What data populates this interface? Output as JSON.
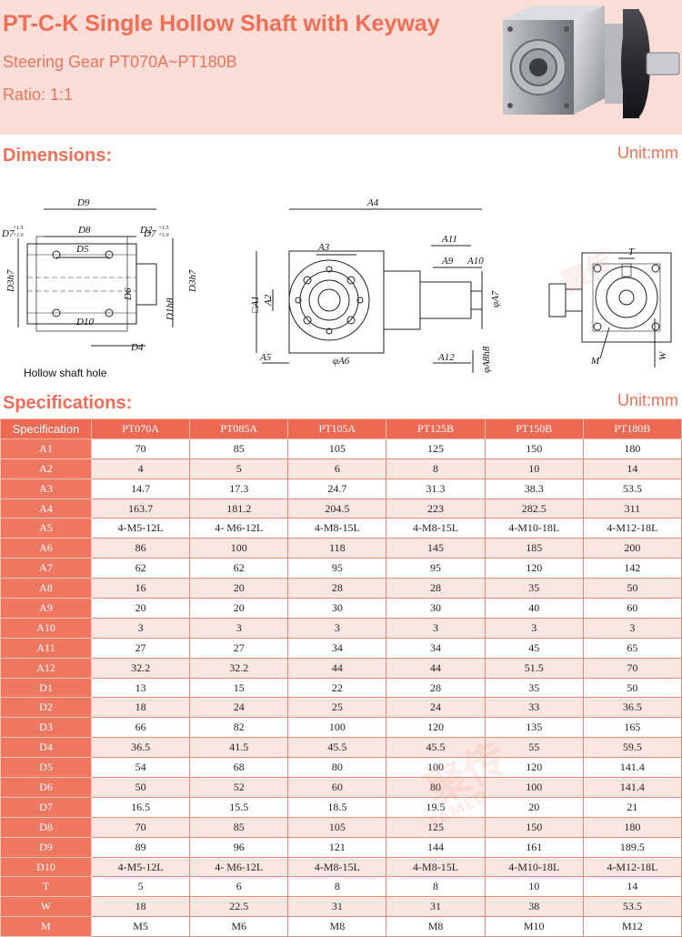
{
  "header": {
    "title": "PT-C-K Single Hollow Shaft with Keyway",
    "subtitle": "Steering Gear PT070A~PT180B",
    "ratio": "Ratio: 1:1"
  },
  "dimensions_section": {
    "title": "Dimensions:",
    "unit": "Unit:mm",
    "caption": "Hollow shaft hole",
    "labels": {
      "D9": "D9",
      "D8": "D8",
      "D7": "D7",
      "D7_tol_upper": "+1.5",
      "D7_tol_lower": "+1.0",
      "D5": "D5",
      "D2": "D2",
      "D3": "D3h7",
      "D1": "D1h8",
      "D6": "D6",
      "D10": "D10",
      "D4": "D4",
      "A4": "A4",
      "A3": "A3",
      "A11": "A11",
      "A9": "A9",
      "A10": "A10",
      "A1": "A1",
      "A2": "A2",
      "A7": "A7",
      "A5": "A5",
      "A6": "A6",
      "A12": "A12",
      "A8": "A8",
      "T": "T",
      "W": "W",
      "M": "M"
    }
  },
  "specs_section": {
    "title": "Specifications:",
    "unit": "Unit:mm"
  },
  "watermark": {
    "text_cn": "聚传",
    "text_en": "FAMED"
  },
  "spec_table": {
    "header_label": "Specification",
    "models": [
      "PT070A",
      "PT085A",
      "PT105A",
      "PT125B",
      "PT150B",
      "PT180B"
    ],
    "rows": [
      {
        "name": "A1",
        "values": [
          "70",
          "85",
          "105",
          "125",
          "150",
          "180"
        ]
      },
      {
        "name": "A2",
        "values": [
          "4",
          "5",
          "6",
          "8",
          "10",
          "14"
        ]
      },
      {
        "name": "A3",
        "values": [
          "14.7",
          "17.3",
          "24.7",
          "31.3",
          "38.3",
          "53.5"
        ]
      },
      {
        "name": "A4",
        "values": [
          "163.7",
          "181.2",
          "204.5",
          "223",
          "282.5",
          "311"
        ]
      },
      {
        "name": "A5",
        "values": [
          "4-M5-12L",
          "4- M6-12L",
          "4-M8-15L",
          "4-M8-15L",
          "4-M10-18L",
          "4-M12-18L"
        ]
      },
      {
        "name": "A6",
        "values": [
          "86",
          "100",
          "118",
          "145",
          "185",
          "200"
        ]
      },
      {
        "name": "A7",
        "values": [
          "62",
          "62",
          "95",
          "95",
          "120",
          "142"
        ]
      },
      {
        "name": "A8",
        "values": [
          "16",
          "20",
          "28",
          "28",
          "35",
          "50"
        ]
      },
      {
        "name": "A9",
        "values": [
          "20",
          "20",
          "30",
          "30",
          "40",
          "60"
        ]
      },
      {
        "name": "A10",
        "values": [
          "3",
          "3",
          "3",
          "3",
          "3",
          "3"
        ]
      },
      {
        "name": "A11",
        "values": [
          "27",
          "27",
          "34",
          "34",
          "45",
          "65"
        ]
      },
      {
        "name": "A12",
        "values": [
          "32.2",
          "32.2",
          "44",
          "44",
          "51.5",
          "70"
        ]
      },
      {
        "name": "D1",
        "values": [
          "13",
          "15",
          "22",
          "28",
          "35",
          "50"
        ]
      },
      {
        "name": "D2",
        "values": [
          "18",
          "24",
          "25",
          "24",
          "33",
          "36.5"
        ]
      },
      {
        "name": "D3",
        "values": [
          "66",
          "82",
          "100",
          "120",
          "135",
          "165"
        ]
      },
      {
        "name": "D4",
        "values": [
          "36.5",
          "41.5",
          "45.5",
          "45.5",
          "55",
          "59.5"
        ]
      },
      {
        "name": "D5",
        "values": [
          "54",
          "68",
          "80",
          "100",
          "120",
          "141.4"
        ]
      },
      {
        "name": "D6",
        "values": [
          "50",
          "52",
          "60",
          "80",
          "100",
          "141.4"
        ]
      },
      {
        "name": "D7",
        "values": [
          "16.5",
          "15.5",
          "18.5",
          "19.5",
          "20",
          "21"
        ]
      },
      {
        "name": "D8",
        "values": [
          "70",
          "85",
          "105",
          "125",
          "150",
          "180"
        ]
      },
      {
        "name": "D9",
        "values": [
          "89",
          "96",
          "121",
          "144",
          "161",
          "189.5"
        ]
      },
      {
        "name": "D10",
        "values": [
          "4-M5-12L",
          "4- M6-12L",
          "4-M8-15L",
          "4-M8-15L",
          "4-M10-18L",
          "4-M12-18L"
        ]
      },
      {
        "name": "T",
        "values": [
          "5",
          "6",
          "8",
          "8",
          "10",
          "14"
        ]
      },
      {
        "name": "W",
        "values": [
          "18",
          "22.5",
          "31",
          "31",
          "38",
          "53.5"
        ]
      },
      {
        "name": "M",
        "values": [
          "M5",
          "M6",
          "M8",
          "M8",
          "M10",
          "M12"
        ]
      }
    ]
  }
}
